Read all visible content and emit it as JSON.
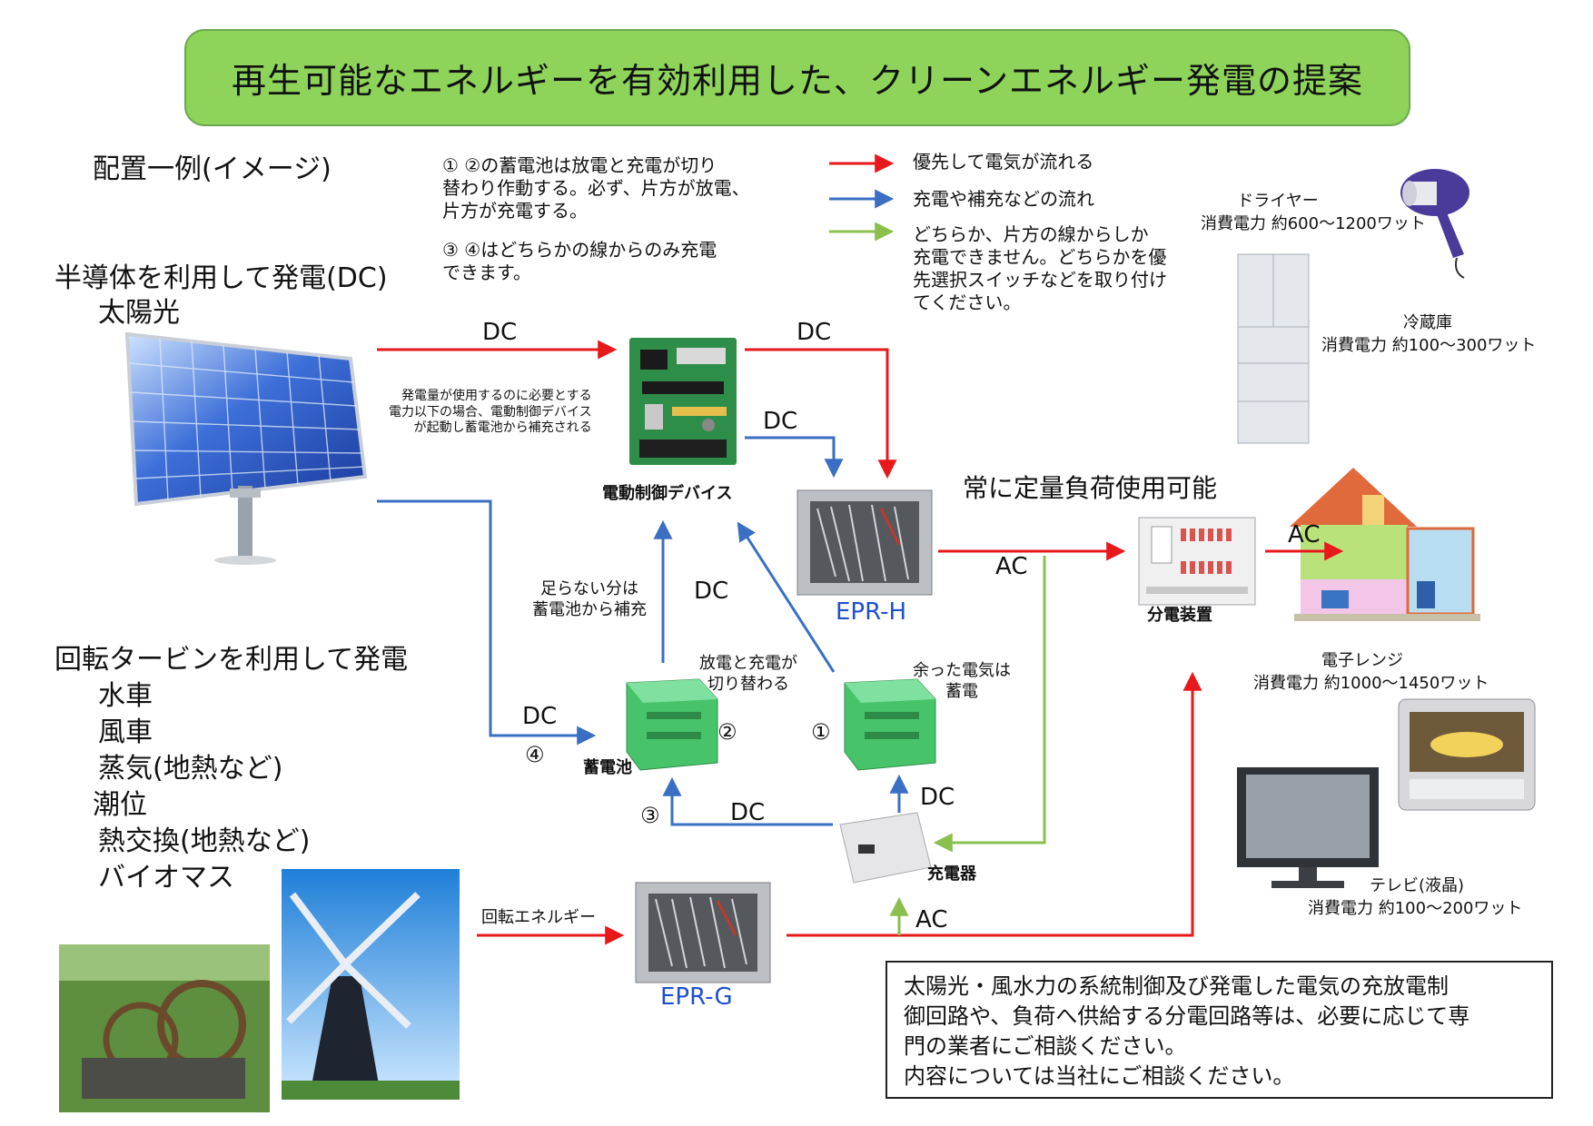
{
  "title": "再生可能なエネルギーを有効利用した、クリーンエネルギー発電の提案",
  "layout_example": "配置一例(イメージ)",
  "battery_note": {
    "line1": "① ②の蓄電池は放電と充電が切り\n替わり作動する。必ず、片方が放電、\n片方が充電する。",
    "line2": "③ ④はどちらかの線からのみ充電\nできます。"
  },
  "legend": {
    "items": [
      {
        "label": "優先して電気が流れる",
        "color": "#e8191b"
      },
      {
        "label": "充電や補充などの流れ",
        "color": "#3a6fc4"
      },
      {
        "label": "どちらか、片方の線からしか\n充電できません。どちらかを優\n先選択スイッチなどを取り付け\nてください。",
        "color": "#8bbf4e"
      }
    ]
  },
  "solar": {
    "heading": "半導体を利用して発電(DC)",
    "item": "太陽光"
  },
  "turbine": {
    "heading": "回転タービンを利用して発電",
    "items": [
      "水車",
      "風車",
      "蒸気(地熱など)",
      "潮位",
      "熱交換(地熱など)",
      "バイオマス"
    ]
  },
  "labels": {
    "dc": "DC",
    "ac": "AC",
    "control_device": "電動制御デバイス",
    "control_note": "発電量が使用するのに必要とする\n電力以下の場合、電動制御デバイス\nが起動し蓄電池から補充される",
    "epr_h": "EPR-H",
    "epr_g": "EPR-G",
    "constant_load": "常に定量負荷使用可能",
    "distribution": "分電装置",
    "shortfall": "足らない分は\n蓄電池から補充",
    "switch": "放電と充電が\n切り替わる",
    "surplus": "余った電気は\n蓄電",
    "battery": "蓄電池",
    "charger": "充電器",
    "rotation": "回転エネルギー",
    "n1": "①",
    "n2": "②",
    "n3": "③",
    "n4": "④"
  },
  "appliances": {
    "dryer": {
      "name": "ドライヤー",
      "power": "消費電力 約600～1200ワット"
    },
    "fridge": {
      "name": "冷蔵庫",
      "power": "消費電力 約100～300ワット"
    },
    "microwave": {
      "name": "電子レンジ",
      "power": "消費電力 約1000～1450ワット"
    },
    "tv": {
      "name": "テレビ(液晶)",
      "power": "消費電力 約100～200ワット"
    }
  },
  "consult_note": "太陽光・風水力の系統制御及び発電した電気の充放電制\n御回路や、負荷へ供給する分電回路等は、必要に応じて専\n門の業者にご相談ください。\n内容については当社にご相談ください。"
}
